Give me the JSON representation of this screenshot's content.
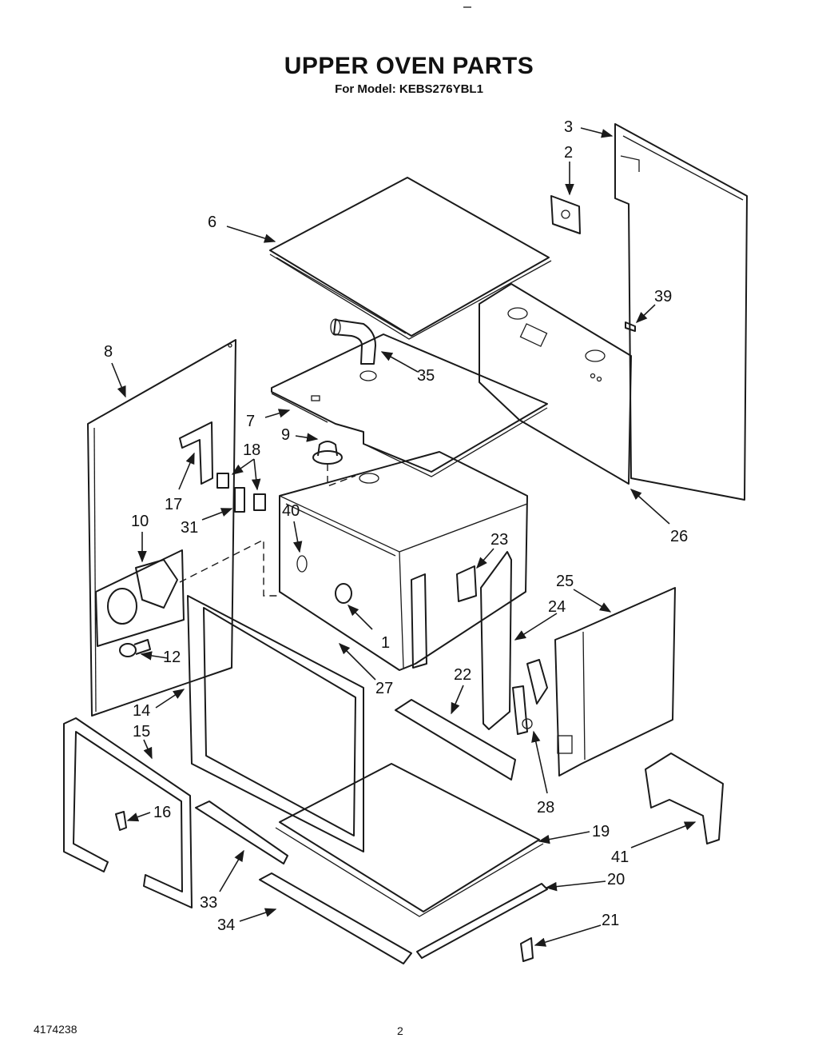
{
  "header": {
    "title": "UPPER OVEN PARTS",
    "subtitle": "For Model: KEBS276YBL1"
  },
  "footer": {
    "document_number": "4174238",
    "page_number": "2"
  },
  "callouts": [
    "1",
    "2",
    "3",
    "6",
    "7",
    "8",
    "9",
    "10",
    "12",
    "14",
    "15",
    "16",
    "17",
    "18",
    "19",
    "20",
    "21",
    "22",
    "23",
    "24",
    "25",
    "26",
    "27",
    "28",
    "31",
    "33",
    "34",
    "35",
    "39",
    "40",
    "41"
  ]
}
